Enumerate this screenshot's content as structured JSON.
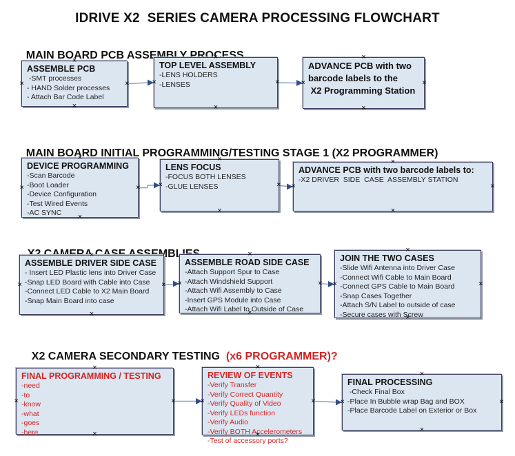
{
  "title": "IDRIVE X2  SERIES CAMERA PROCESSING FLOWCHART",
  "colors": {
    "box_fill": "#dce6f1",
    "box_border": "#3f3f63",
    "box_shadow": "#9099a6",
    "arrow_line": "#8ba3c7",
    "arrow_head": "#2f4f8f",
    "red_text": "#cc2626",
    "text": "#1a1a1a"
  },
  "icons": {
    "connection_handle": "×"
  },
  "sections": [
    {
      "heading": {
        "text": "MAIN BOARD PCB ASSEMBLY PROCESS",
        "accent": ""
      },
      "boxes": [
        {
          "title": "ASSEMBLE PCB",
          "items": [
            " -SMT processes",
            "- HAND Solder processes",
            "- Attach Bar Code Label"
          ]
        },
        {
          "title": "TOP LEVEL ASSEMBLY",
          "items": [
            "-LENS HOLDERS",
            "-LENSES"
          ]
        },
        {
          "title": "ADVANCE PCB with two",
          "items": [
            "barcode labels to the",
            " X2 Programming Station"
          ]
        }
      ]
    },
    {
      "heading": {
        "text": "MAIN BOARD INITIAL PROGRAMMING/TESTING STAGE 1 (X2 PROGRAMMER)",
        "accent": ""
      },
      "boxes": [
        {
          "title": "DEVICE PROGRAMMING",
          "items": [
            "-Scan Barcode",
            "-Boot Loader",
            "-Device Configuration",
            "-Test Wired Events",
            "-AC SYNC"
          ]
        },
        {
          "title": "LENS FOCUS",
          "items": [
            "-FOCUS BOTH LENSES",
            "-GLUE LENSES"
          ]
        },
        {
          "title": "ADVANCE PCB with two barcode labels to:",
          "items": [
            "-X2 DRIVER  SIDE  CASE  ASSEMBLY STATION"
          ]
        }
      ]
    },
    {
      "heading": {
        "text": "X2 CAMERA CASE ASSEMBLIES",
        "accent": ""
      },
      "boxes": [
        {
          "title": "ASSEMBLE DRIVER SIDE CASE",
          "items": [
            "- Insert LED Plastic lens into Driver Case",
            "-Snap LED Board with Cable into Case",
            "-Connect LED Cable to X2 Main Board",
            "-Snap Main Board into case"
          ]
        },
        {
          "title": "ASSEMBLE ROAD SIDE CASE",
          "items": [
            "-Attach Support Spur to Case",
            "-Attach Windshield Support",
            "-Attach Wifi Assembly to Case",
            "-Insert GPS Module into Case",
            "-Attach Wifi Label to Outside of Case"
          ]
        },
        {
          "title": "JOIN THE TWO CASES",
          "items": [
            "-Slide Wifi Antenna into Driver Case",
            "-Connect Wifi Cable to Main Board",
            "-Connect GPS Cable to Main Board",
            "-Snap Cases Together",
            "-Attach S/N Label to outside of case",
            "-Secure cases with Screw"
          ]
        }
      ]
    },
    {
      "heading": {
        "text": "X2 CAMERA SECONDARY TESTING ",
        "accent": " (x6 PROGRAMMER)?"
      },
      "boxes": [
        {
          "title": "FINAL PROGRAMMING / TESTING",
          "items": [
            "-need",
            "-to",
            "-know",
            "-what",
            "-goes",
            "-here"
          ]
        },
        {
          "title": "REVIEW OF EVENTS",
          "items": [
            "-Verify Transfer",
            "-Verify Correct Quantity",
            "-Verify Quality of Video",
            "-Verify LEDs function",
            "-Verify Audio",
            "-Verify BOTH Accelerometers",
            "-Test of accessory ports?"
          ]
        },
        {
          "title": "FINAL PROCESSING",
          "items": [
            " -Check Final Box",
            "-Place In Bubble wrap Bag and BOX",
            "-Place Barcode Label on Exterior or Box"
          ]
        }
      ]
    }
  ]
}
